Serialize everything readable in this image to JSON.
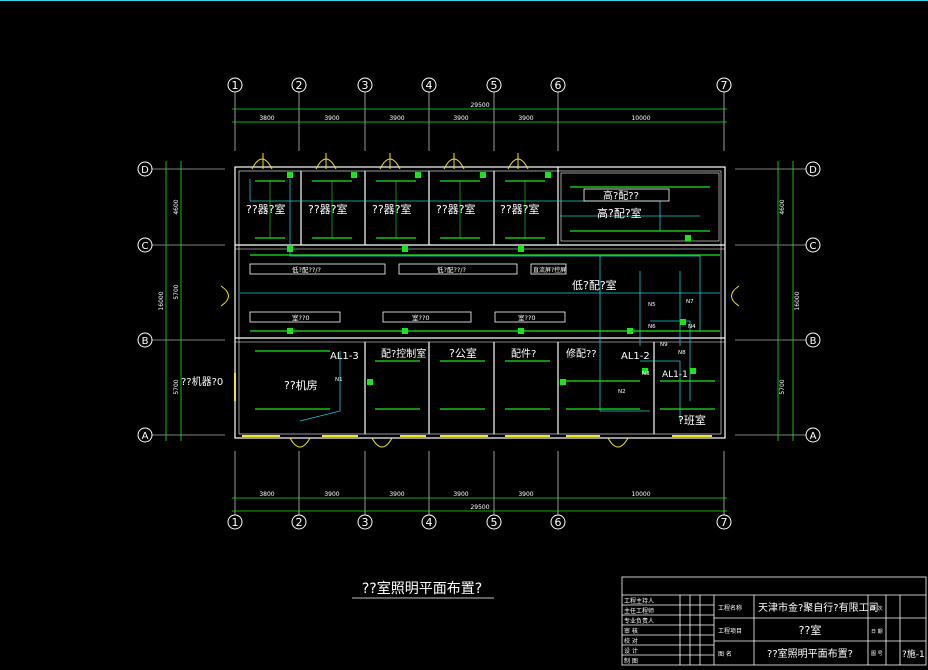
{
  "colors": {
    "background": "#000000",
    "walls": "#ffffff",
    "fixtures": "#19e619",
    "wiring": "#1fc9d6",
    "doors": "#f0e61e",
    "frame": "#3fd6e8"
  },
  "axes": {
    "top": [
      "1",
      "2",
      "3",
      "4",
      "5",
      "6",
      "7"
    ],
    "left": [
      "D",
      "C",
      "B",
      "A"
    ],
    "right": [
      "D",
      "C",
      "B",
      "A"
    ]
  },
  "dims": {
    "total": "29500",
    "segments": [
      "3800",
      "3900",
      "3900",
      "3900",
      "3900",
      "10000"
    ],
    "left_overall": "16000",
    "left_parts": [
      "4600",
      "5700",
      "5700"
    ],
    "right_overall": "16000",
    "right_parts": [
      "4600",
      "5700"
    ]
  },
  "rooms": {
    "r1": "??器?室",
    "r2": "??器?室",
    "r3": "??器?室",
    "r4": "??器?室",
    "r5": "??器?室",
    "r6a": "高?配??",
    "r6b": "高?配?室",
    "corr1": "低?配??/?",
    "corr2": "低?配??/?",
    "corr3": "直流屏?控屏",
    "corr4": "低?配?室",
    "corr5": "室??0",
    "corr6": "室??0",
    "corr7": "室??0",
    "b1": "??机房",
    "b2": "配?控制室",
    "b3": "?公室",
    "b4": "配件?",
    "b5": "修配??",
    "b6": "?班室",
    "ext": "??机器?0"
  },
  "panels": {
    "p1": "AL1-3",
    "p2": "AL1-2",
    "p3": "AL1-1"
  },
  "circuits": [
    "N1",
    "N2",
    "N3",
    "N4",
    "N5",
    "N6",
    "N7",
    "N8",
    "N9"
  ],
  "title": "??室照明平面布置?",
  "titleblock": {
    "left_rows": [
      "工程主持人",
      "主任工程师",
      "专业负责人",
      "审 核",
      "校 对",
      "设 计",
      "制 图"
    ],
    "label_company": "工程名称",
    "company": "天津市金?聚自行?有限工司",
    "label_project": "工程项目",
    "project": "??室",
    "label_sheet": "图 名",
    "sheet_title": "??室照明平面布置?",
    "label_no": "图 号",
    "sheet_no": "?施-1",
    "label_date": "日 期",
    "label_ver": "版 次"
  }
}
